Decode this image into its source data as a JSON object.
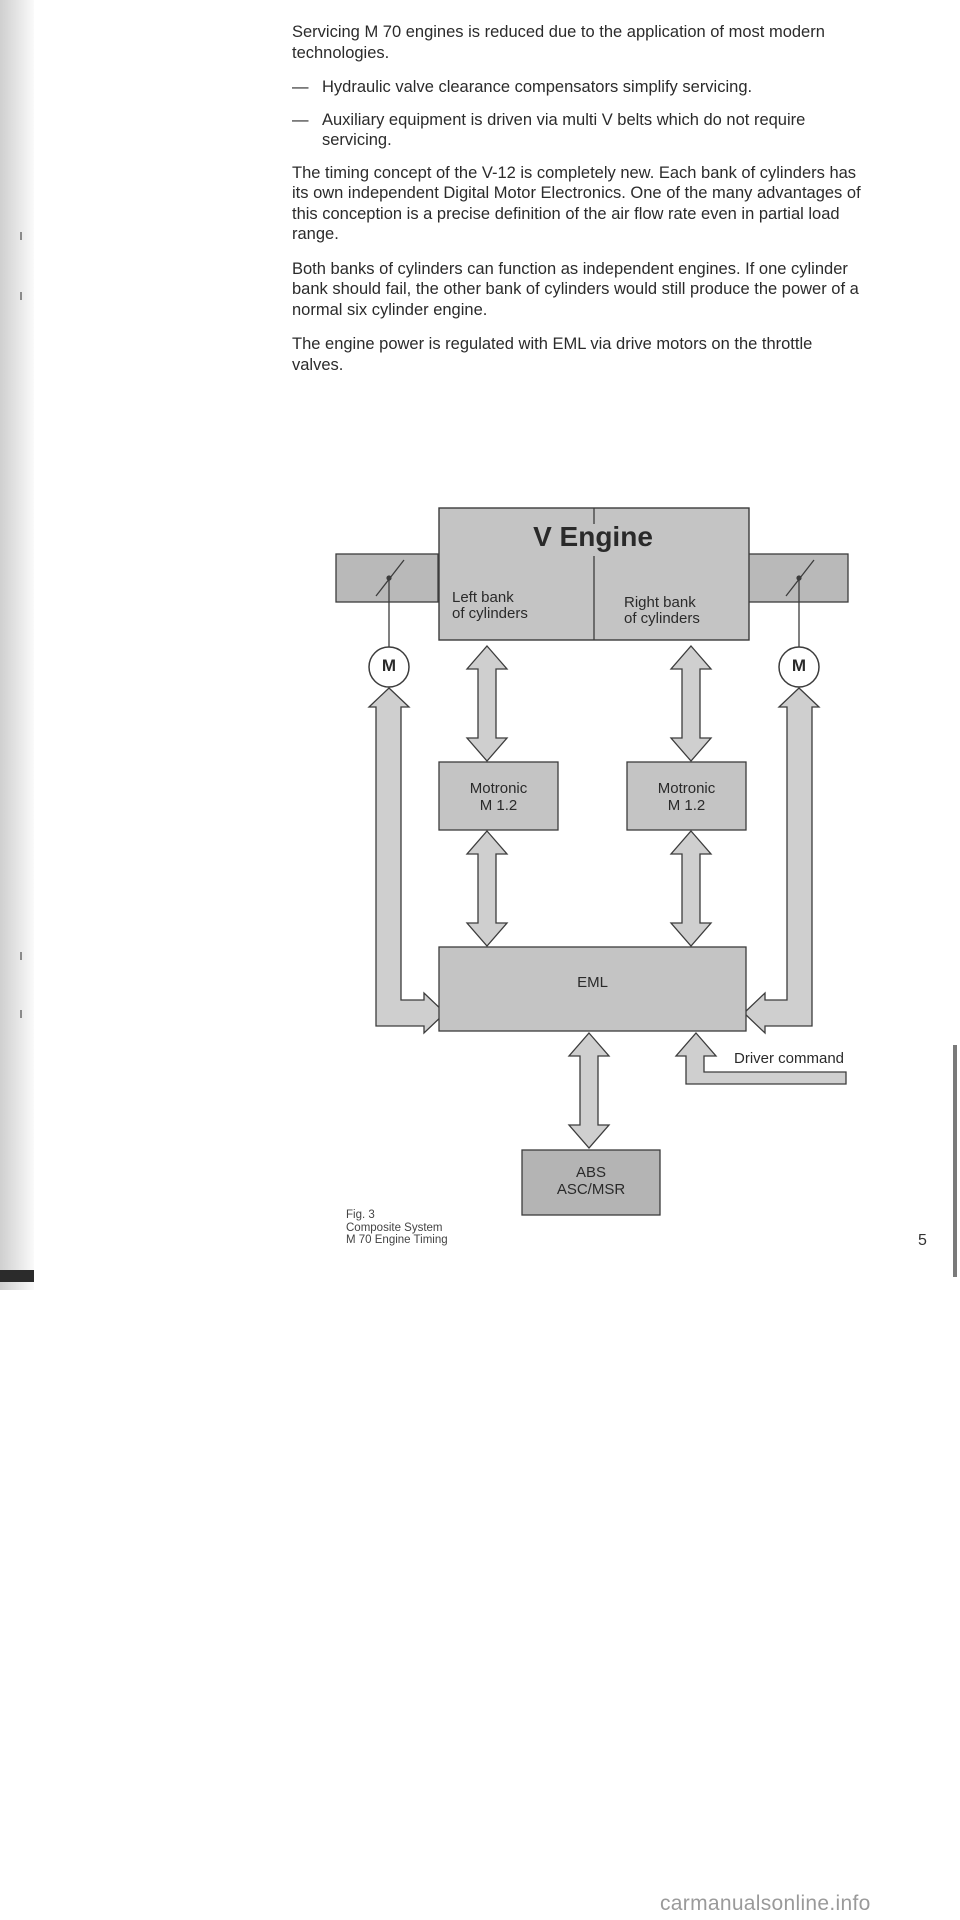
{
  "paragraphs": {
    "p1": "Servicing M 70 engines is reduced due to the application of most modern technologies.",
    "b1_dash": "—",
    "b1": "Hydraulic valve clearance compensators simplify servicing.",
    "b2_dash": "—",
    "b2": "Auxiliary equipment is driven via multi V belts which do not require servicing.",
    "p2": "The timing concept of the V-12 is completely new. Each bank of cylinders has its own independent Digital Motor Electronics. One of the many advantages of this conception is a precise definition of the air flow rate even in partial load range.",
    "p3": "Both banks of cylinders can function as independent engines. If one cylinder bank should fail, the other bank of cylinders would still produce the power of a normal six cylinder engine.",
    "p4": "The engine power is regulated with EML via drive motors on the throttle valves."
  },
  "diagram": {
    "title": "V Engine",
    "left_bank_line1": "Left bank",
    "left_bank_line2": "of cylinders",
    "right_bank_line1": "Right bank",
    "right_bank_line2": "of cylinders",
    "motor_left": "M",
    "motor_right": "M",
    "motronic_left_line1": "Motronic",
    "motronic_left_line2": "M 1.2",
    "motronic_right_line1": "Motronic",
    "motronic_right_line2": "M 1.2",
    "eml": "EML",
    "abs_line1": "ABS",
    "abs_line2": "ASC/MSR",
    "driver_command": "Driver command"
  },
  "caption": {
    "line1": "Fig. 3",
    "line2": "Composite System",
    "line3": "M 70 Engine Timing"
  },
  "page_number": "5",
  "footer": "carmanualsonline.info",
  "colors": {
    "box_fill": "#c4c4c4",
    "box_dark_fill": "#b4b4b4",
    "arrow_fill": "#cfcfcf",
    "stroke": "#3c3c3c",
    "text": "#2b2b2b"
  }
}
